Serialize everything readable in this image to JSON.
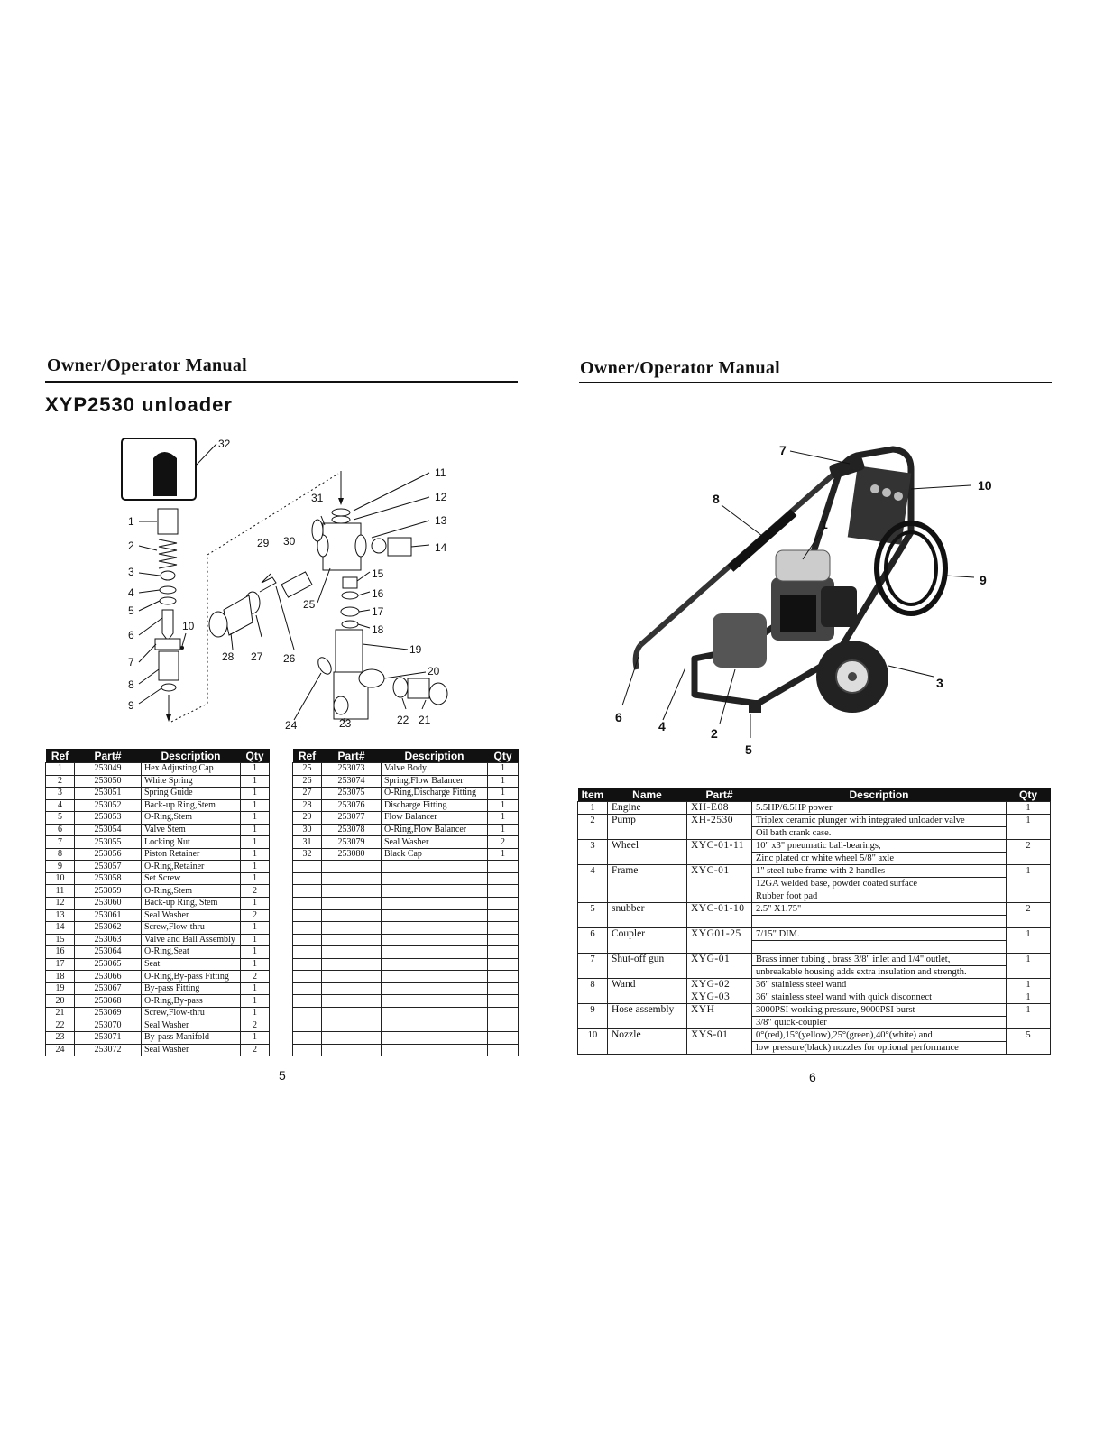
{
  "left_page": {
    "header": "Owner/Operator Manual",
    "subtitle": "XYP2530 unloader",
    "page_number": "5",
    "diagram_callouts": [
      "32",
      "1",
      "2",
      "3",
      "4",
      "5",
      "6",
      "7",
      "8",
      "9",
      "10",
      "11",
      "12",
      "13",
      "14",
      "15",
      "16",
      "17",
      "18",
      "19",
      "20",
      "21",
      "22",
      "23",
      "24",
      "25",
      "26",
      "27",
      "28",
      "29",
      "30",
      "31"
    ],
    "table_headers": [
      "Ref",
      "Part#",
      "Description",
      "Qty"
    ],
    "table_left": [
      [
        "1",
        "253049",
        "Hex Adjusting Cap",
        "1"
      ],
      [
        "2",
        "253050",
        "White Spring",
        "1"
      ],
      [
        "3",
        "253051",
        "Spring Guide",
        "1"
      ],
      [
        "4",
        "253052",
        "Back-up Ring,Stem",
        "1"
      ],
      [
        "5",
        "253053",
        "O-Ring,Stem",
        "1"
      ],
      [
        "6",
        "253054",
        "Valve Stem",
        "1"
      ],
      [
        "7",
        "253055",
        "Locking Nut",
        "1"
      ],
      [
        "8",
        "253056",
        "Piston Retainer",
        "1"
      ],
      [
        "9",
        "253057",
        "O-Ring,Retainer",
        "1"
      ],
      [
        "10",
        "253058",
        "Set Screw",
        "1"
      ],
      [
        "11",
        "253059",
        "O-Ring,Stem",
        "2"
      ],
      [
        "12",
        "253060",
        "Back-up Ring, Stem",
        "1"
      ],
      [
        "13",
        "253061",
        "Seal Washer",
        "2"
      ],
      [
        "14",
        "253062",
        "Screw,Flow-thru",
        "1"
      ],
      [
        "15",
        "253063",
        "Valve and Ball Assembly",
        "1"
      ],
      [
        "16",
        "253064",
        "O-Ring,Seat",
        "1"
      ],
      [
        "17",
        "253065",
        "Seat",
        "1"
      ],
      [
        "18",
        "253066",
        "O-Ring,By-pass Fitting",
        "2"
      ],
      [
        "19",
        "253067",
        "By-pass Fitting",
        "1"
      ],
      [
        "20",
        "253068",
        "O-Ring,By-pass",
        "1"
      ],
      [
        "21",
        "253069",
        "Screw,Flow-thru",
        "1"
      ],
      [
        "22",
        "253070",
        "Seal Washer",
        "2"
      ],
      [
        "23",
        "253071",
        "By-pass Manifold",
        "1"
      ],
      [
        "24",
        "253072",
        "Seal Washer",
        "2"
      ]
    ],
    "table_right": [
      [
        "25",
        "253073",
        "Valve Body",
        "1"
      ],
      [
        "26",
        "253074",
        "Spring,Flow Balancer",
        "1"
      ],
      [
        "27",
        "253075",
        "O-Ring,Discharge Fitting",
        "1"
      ],
      [
        "28",
        "253076",
        "Discharge Fitting",
        "1"
      ],
      [
        "29",
        "253077",
        "Flow Balancer",
        "1"
      ],
      [
        "30",
        "253078",
        "O-Ring,Flow Balancer",
        "1"
      ],
      [
        "31",
        "253079",
        "Seal Washer",
        "2"
      ],
      [
        "32",
        "253080",
        "Black Cap",
        "1"
      ],
      [
        "",
        "",
        "",
        ""
      ],
      [
        "",
        "",
        "",
        ""
      ],
      [
        "",
        "",
        "",
        ""
      ],
      [
        "",
        "",
        "",
        ""
      ],
      [
        "",
        "",
        "",
        ""
      ],
      [
        "",
        "",
        "",
        ""
      ],
      [
        "",
        "",
        "",
        ""
      ],
      [
        "",
        "",
        "",
        ""
      ],
      [
        "",
        "",
        "",
        ""
      ],
      [
        "",
        "",
        "",
        ""
      ],
      [
        "",
        "",
        "",
        ""
      ],
      [
        "",
        "",
        "",
        ""
      ],
      [
        "",
        "",
        "",
        ""
      ],
      [
        "",
        "",
        "",
        ""
      ],
      [
        "",
        "",
        "",
        ""
      ],
      [
        "",
        "",
        "",
        ""
      ]
    ]
  },
  "right_page": {
    "header": "Owner/Operator Manual",
    "page_number": "6",
    "photo_callouts": [
      "7",
      "8",
      "1",
      "10",
      "9",
      "3",
      "6",
      "4",
      "2",
      "5"
    ],
    "table_headers": [
      "Item",
      "Name",
      "Part#",
      "Description",
      "Qty"
    ],
    "items": [
      {
        "item": "1",
        "name": "Engine",
        "part": "XH-E08",
        "desc": [
          "5.5HP/6.5HP power"
        ],
        "qty": "1"
      },
      {
        "item": "2",
        "name": "Pump",
        "part": "XH-2530",
        "desc": [
          "Triplex ceramic plunger with integrated unloader valve",
          "Oil bath crank case."
        ],
        "qty": "1"
      },
      {
        "item": "3",
        "name": "Wheel",
        "part": "XYC-01-11",
        "desc": [
          "10\" x3\" pneumatic ball-bearings,",
          "Zinc plated or white wheel 5/8\" axle"
        ],
        "qty": "2"
      },
      {
        "item": "4",
        "name": "Frame",
        "part": "XYC-01",
        "desc": [
          "1\" steel tube frame with 2 handles",
          "12GA welded base, powder coated surface",
          "Rubber foot pad"
        ],
        "qty": "1"
      },
      {
        "item": "5",
        "name": "snubber",
        "part": "XYC-01-10",
        "desc": [
          "2.5\" X1.75\"",
          ""
        ],
        "qty": "2"
      },
      {
        "item": "6",
        "name": "Coupler",
        "part": "XYG01-25",
        "desc": [
          "7/15\" DIM.",
          ""
        ],
        "qty": "1"
      },
      {
        "item": "7",
        "name": "Shut-off gun",
        "part": "XYG-01",
        "desc": [
          "Brass inner tubing , brass 3/8\" inlet and 1/4\" outlet,",
          "unbreakable housing adds extra insulation and strength."
        ],
        "qty": "1"
      },
      {
        "item": "8",
        "name": "Wand",
        "part": "XYG-02",
        "desc": [
          "36\" stainless steel wand"
        ],
        "qty": "1"
      },
      {
        "item": "",
        "name": "",
        "part": "XYG-03",
        "desc": [
          "36\" stainless steel wand with quick disconnect"
        ],
        "qty": "1"
      },
      {
        "item": "9",
        "name": "Hose assembly",
        "part": "XYH",
        "desc": [
          "3000PSI working pressure, 9000PSI burst",
          "3/8\" quick-coupler"
        ],
        "qty": "1"
      },
      {
        "item": "10",
        "name": "Nozzle",
        "part": "XYS-01",
        "desc": [
          "0°(red),15°(yellow),25°(green),40°(white) and",
          "low pressure(black) nozzles for optional performance"
        ],
        "qty": "5"
      }
    ]
  }
}
